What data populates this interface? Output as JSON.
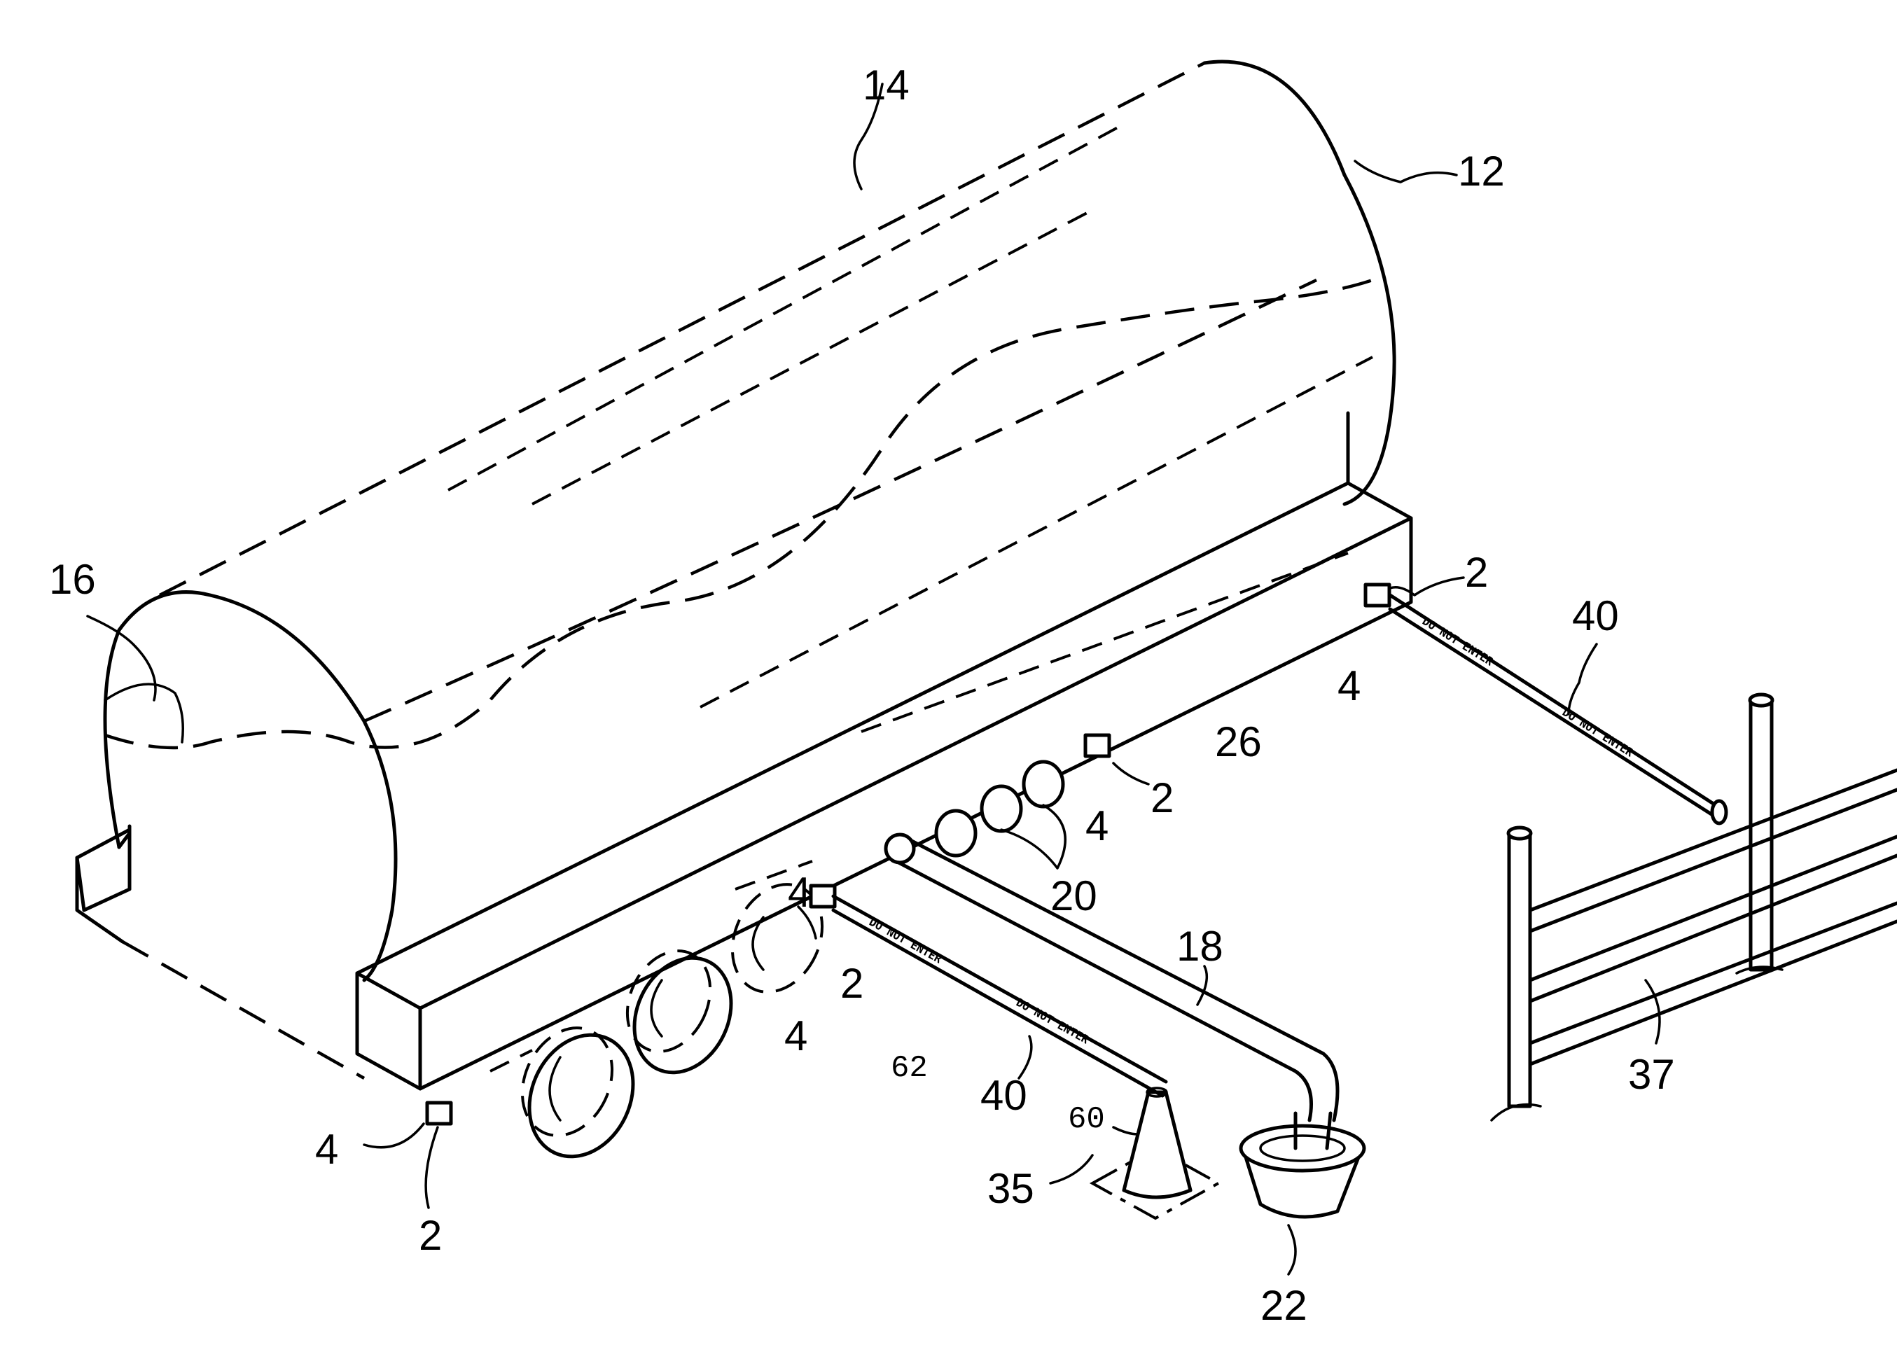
{
  "figure": {
    "reference_labels": {
      "r14": "14",
      "r12": "12",
      "r16": "16",
      "r2_rear_right": "2",
      "r40_right": "40",
      "r4_rear_right": "4",
      "r26": "26",
      "r2_mid": "2",
      "r4_mid": "4",
      "r20": "20",
      "r18": "18",
      "r4_front_mid": "4",
      "r2_front_mid": "2",
      "r4_front_mid2": "4",
      "r62": "62",
      "r40_front": "40",
      "r60": "60",
      "r35": "35",
      "r22": "22",
      "r37": "37",
      "r4_left": "4",
      "r2_left": "2"
    },
    "tape_text": "DO NOT ENTER"
  }
}
